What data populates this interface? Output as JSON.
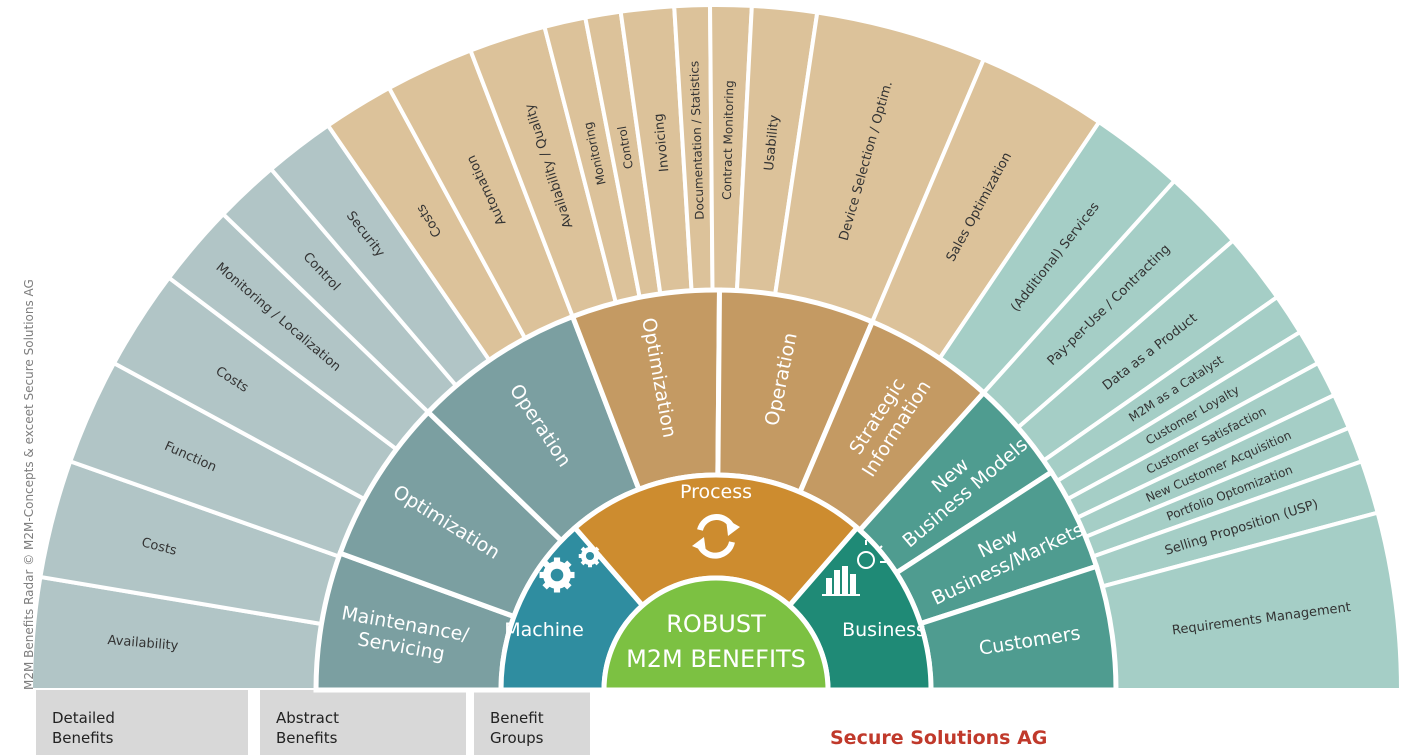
{
  "colors": {
    "detailed_left": "#b1c5c6",
    "abstract_left": "#7b9fa1",
    "machine": "#2f8da0",
    "detailed_top": "#dcc29a",
    "abstract_top": "#c49a63",
    "process": "#cd8c2f",
    "detailed_right": "#a5cec6",
    "abstract_right": "#4f9c90",
    "business": "#1f8a76",
    "center": "#7cc142",
    "tab": "#d8d8d8",
    "company": "#c0392b",
    "label_dark": "#333333",
    "label_light": "#ffffff"
  },
  "center": {
    "line1": "ROBUST",
    "line2": "M2M BENEFITS"
  },
  "groups": [
    {
      "label": "Machine",
      "icon": "gears-icon",
      "color": "machine"
    },
    {
      "label": "Process",
      "icon": "cycle-arrows-icon",
      "color": "process"
    },
    {
      "label": "Business",
      "icon": "bar-chart-bulb-icon",
      "color": "business"
    }
  ],
  "abstract": [
    {
      "lines": [
        "Maintenance/",
        "Servicing"
      ],
      "color": "abstract_left"
    },
    {
      "lines": [
        "Optimization"
      ],
      "color": "abstract_left"
    },
    {
      "lines": [
        "Operation"
      ],
      "color": "abstract_left"
    },
    {
      "lines": [
        "Optimization"
      ],
      "color": "abstract_top"
    },
    {
      "lines": [
        "Operation"
      ],
      "color": "abstract_top"
    },
    {
      "lines": [
        "Strategic",
        "Information"
      ],
      "color": "abstract_top"
    },
    {
      "lines": [
        "New",
        "Business Models"
      ],
      "color": "abstract_right"
    },
    {
      "lines": [
        "New",
        "Business/Markets"
      ],
      "color": "abstract_right"
    },
    {
      "lines": [
        "Customers"
      ],
      "color": "abstract_right"
    },
    {
      "lines": [
        "Products"
      ],
      "color": "abstract_right"
    }
  ],
  "detailed": [
    {
      "label": "Availability",
      "color": "detailed_left"
    },
    {
      "label": "Costs",
      "color": "detailed_left"
    },
    {
      "label": "Function",
      "color": "detailed_left"
    },
    {
      "label": "Costs",
      "color": "detailed_left"
    },
    {
      "label": "Monitoring / Localization",
      "color": "detailed_left"
    },
    {
      "label": "Control",
      "color": "detailed_left"
    },
    {
      "label": "Security",
      "color": "detailed_left"
    },
    {
      "label": "Costs",
      "color": "detailed_top"
    },
    {
      "label": "Automation",
      "color": "detailed_top"
    },
    {
      "label": "Availability / Quality",
      "color": "detailed_top"
    },
    {
      "label": "Monitoring",
      "color": "detailed_top"
    },
    {
      "label": "Control",
      "color": "detailed_top"
    },
    {
      "label": "Invoicing",
      "color": "detailed_top"
    },
    {
      "label": "Documentation / Statistics",
      "color": "detailed_top"
    },
    {
      "label": "Contract Monitoring",
      "color": "detailed_top"
    },
    {
      "label": "Usability",
      "color": "detailed_top"
    },
    {
      "label": "Device Selection / Optim.",
      "color": "detailed_top"
    },
    {
      "label": "Sales Optimization",
      "color": "detailed_top"
    },
    {
      "label": "(Additional) Services",
      "color": "detailed_right"
    },
    {
      "label": "Pay-per-Use / Contracting",
      "color": "detailed_right"
    },
    {
      "label": "Data as a Product",
      "color": "detailed_right"
    },
    {
      "label": "M2M as a Catalyst",
      "color": "detailed_right"
    },
    {
      "label": "Customer Loyalty",
      "color": "detailed_right"
    },
    {
      "label": "Customer Satisfaction",
      "color": "detailed_right"
    },
    {
      "label": "New Customer Acquisition",
      "color": "detailed_right"
    },
    {
      "label": "Portfolio Optomization",
      "color": "detailed_right"
    },
    {
      "label": "Selling Proposition (USP)",
      "color": "detailed_right"
    },
    {
      "label": "Requirements Management",
      "color": "detailed_right"
    }
  ],
  "tabs": [
    {
      "line1": "Detailed",
      "line2": "Benefits"
    },
    {
      "line1": "Abstract",
      "line2": "Benefits"
    },
    {
      "line1": "Benefit",
      "line2": "Groups"
    }
  ],
  "copyright": "M2M Benefits Radar © M2M-Concepts & exceet Secure Solutions AG",
  "company": "Secure Solutions AG"
}
